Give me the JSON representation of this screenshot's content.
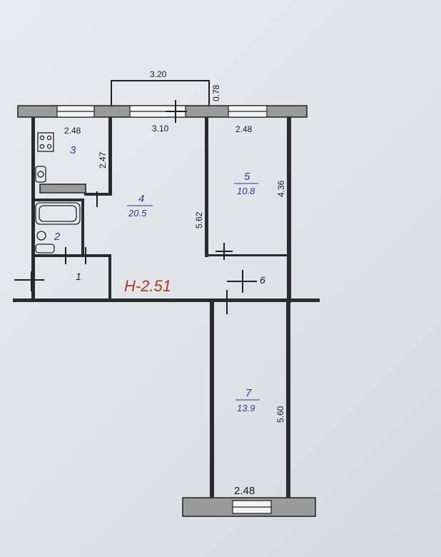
{
  "plan": {
    "ceiling_height": "H-2.51",
    "rooms": [
      {
        "id": "r1",
        "number": "1",
        "area": ""
      },
      {
        "id": "r2",
        "number": "2",
        "area": ""
      },
      {
        "id": "r3",
        "number": "3",
        "area": ""
      },
      {
        "id": "r4",
        "number": "4",
        "area": "20.5"
      },
      {
        "id": "r5",
        "number": "5",
        "area": "10.8"
      },
      {
        "id": "r6",
        "number": "6",
        "area": ""
      },
      {
        "id": "r7",
        "number": "7",
        "area": "13.9"
      }
    ],
    "dimensions": {
      "balcony_width": "3.20",
      "balcony_depth": "0.78",
      "room3_width": "2.48",
      "room3_length": "2.47",
      "room4_width": "3.10",
      "room4_length": "5.62",
      "room5_width": "2.48",
      "room5_length": "4.36",
      "room7_length": "5.60",
      "room7_width": "2.48"
    }
  }
}
